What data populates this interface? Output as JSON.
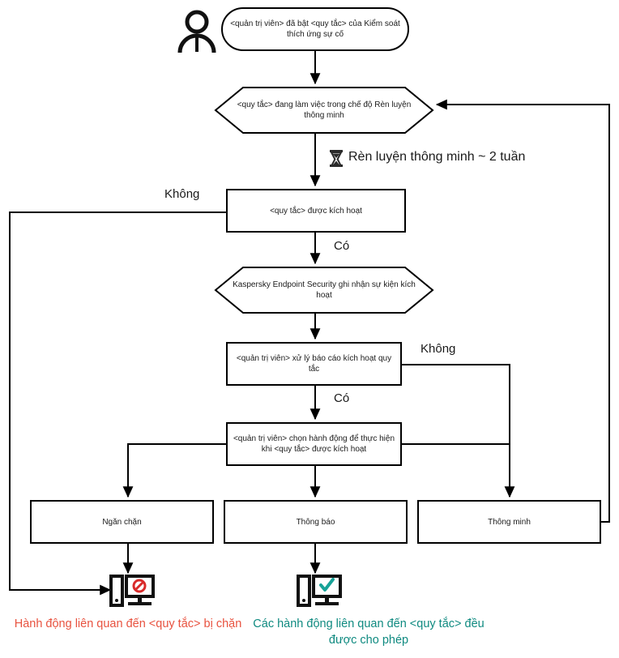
{
  "diagram": {
    "title": "Adaptive Anomaly Control rule lifecycle flowchart",
    "actor_icon": "user-actor-icon",
    "nodes": {
      "start": {
        "id": "start-terminator",
        "shape": "rounded-rect",
        "text": "<quản trị viên> đã bật <quy tắc> của Kiểm soát thích ứng sự cố"
      },
      "learning": {
        "id": "smart-training-hexagon",
        "shape": "hexagon",
        "text": "<quy tắc> đang làm việc trong chế độ Rèn luyện thông minh"
      },
      "rule_triggered": {
        "id": "rule-triggered-box",
        "shape": "rect",
        "text": "<quy tắc> được kích hoạt"
      },
      "kes_event": {
        "id": "kes-registers-event-hexagon",
        "shape": "hexagon",
        "text": "Kaspersky Endpoint Security ghi nhận sự kiện kích hoạt"
      },
      "admin_report": {
        "id": "admin-processes-report-box",
        "shape": "rect",
        "text": "<quản trị viên> xử lý báo cáo kích hoạt quy tắc"
      },
      "admin_action": {
        "id": "admin-selects-action-box",
        "shape": "rect",
        "text": "<quản trị viên> chọn hành động để thực hiện khi <quy tắc> được kích hoạt"
      },
      "block": {
        "id": "action-block-box",
        "shape": "rect",
        "text": "Ngăn chặn"
      },
      "notify": {
        "id": "action-notify-box",
        "shape": "rect",
        "text": "Thông báo"
      },
      "smart": {
        "id": "action-smart-box",
        "shape": "rect",
        "text": "Thông minh"
      }
    },
    "edge_labels": {
      "no_from_trigger": "Không",
      "yes_from_trigger": "Có",
      "no_from_report": "Không",
      "yes_from_report": "Có"
    },
    "timer": {
      "icon": "hourglass-icon",
      "text": "Rèn luyện thông minh ~ 2 tuần"
    },
    "outcomes": [
      {
        "id": "blocked-outcome",
        "icon": "computer-blocked-icon",
        "caption": "Hành động liên quan đến <quy tắc> bị chặn",
        "color": "#e8523f"
      },
      {
        "id": "allowed-outcome",
        "icon": "computer-allowed-icon",
        "caption": "Các hành động liên quan đến <quy tắc> đều được cho phép",
        "color": "#0f8a80"
      }
    ],
    "colors": {
      "stroke": "#000000",
      "node_text": "#1a1a1a",
      "blocked": "#e8523f",
      "allowed": "#0f8a80",
      "background": "#ffffff"
    }
  }
}
